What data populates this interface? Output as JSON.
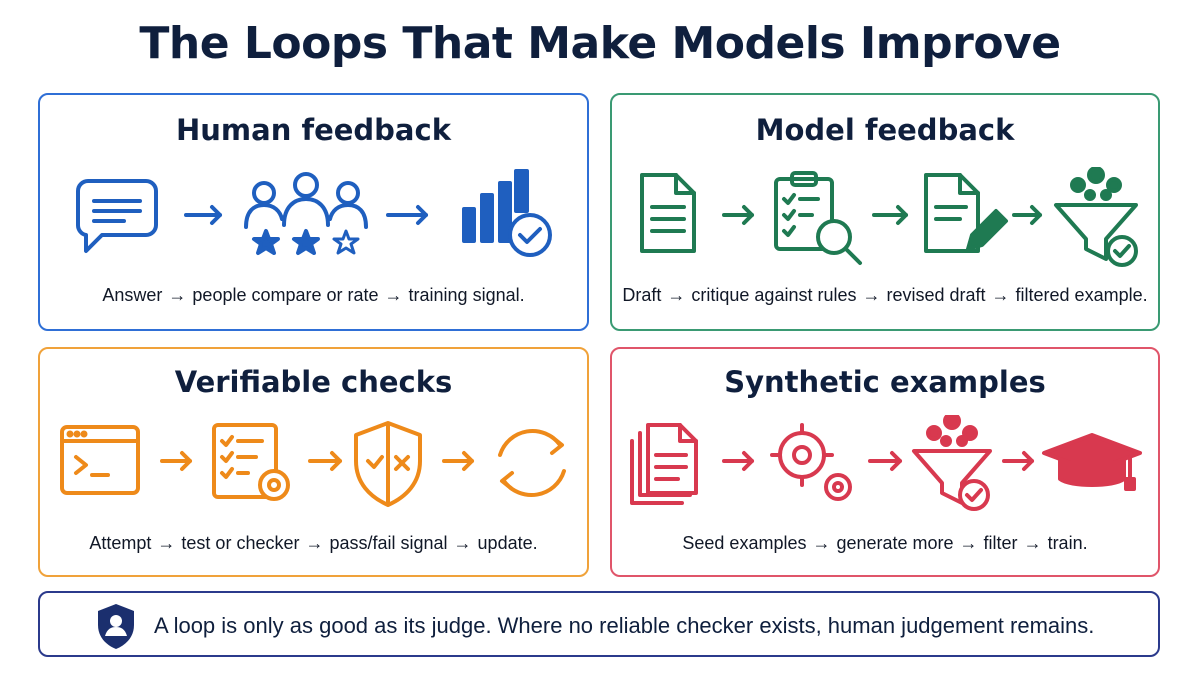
{
  "title": "The Loops That Make Models Improve",
  "colors": {
    "human": "#1f5fbf",
    "model": "#1f7a52",
    "verify": "#ee8a1a",
    "synth": "#d8394f",
    "navy": "#1b2f6e"
  },
  "panels": {
    "human": {
      "title": "Human feedback",
      "icons": [
        "speech-bubble-icon",
        "people-rating-icon",
        "bar-chart-check-icon"
      ],
      "caption": [
        "Answer",
        "people compare or rate",
        "training signal."
      ]
    },
    "model": {
      "title": "Model feedback",
      "icons": [
        "document-icon",
        "clipboard-search-icon",
        "document-edit-icon",
        "funnel-check-icon"
      ],
      "caption": [
        "Draft",
        "critique against rules",
        "revised draft",
        "filtered example."
      ]
    },
    "verify": {
      "title": "Verifiable checks",
      "icons": [
        "terminal-icon",
        "checklist-gear-icon",
        "shield-check-cross-icon",
        "refresh-icon"
      ],
      "caption": [
        "Attempt",
        "test or checker",
        "pass/fail signal",
        "update."
      ]
    },
    "synth": {
      "title": "Synthetic examples",
      "icons": [
        "stacked-documents-icon",
        "gears-icon",
        "funnel-check-icon",
        "graduation-cap-icon"
      ],
      "caption": [
        "Seed examples",
        "generate more",
        "filter",
        "train."
      ]
    }
  },
  "footer": {
    "icon": "shield-user-icon",
    "text": "A loop is only as good as its judge. Where no reliable checker exists, human judgement remains."
  }
}
